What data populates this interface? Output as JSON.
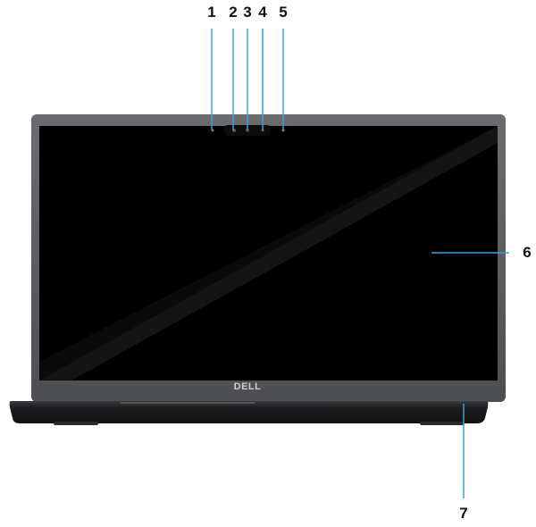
{
  "callouts": [
    {
      "number": "1"
    },
    {
      "number": "2"
    },
    {
      "number": "3"
    },
    {
      "number": "4"
    },
    {
      "number": "5"
    },
    {
      "number": "6"
    },
    {
      "number": "7"
    }
  ],
  "logo_text": "DELL",
  "colors": {
    "leader": "#3aa0d8",
    "bezel": "#55575b",
    "screen": "#000000",
    "base": "#1e1f21"
  }
}
